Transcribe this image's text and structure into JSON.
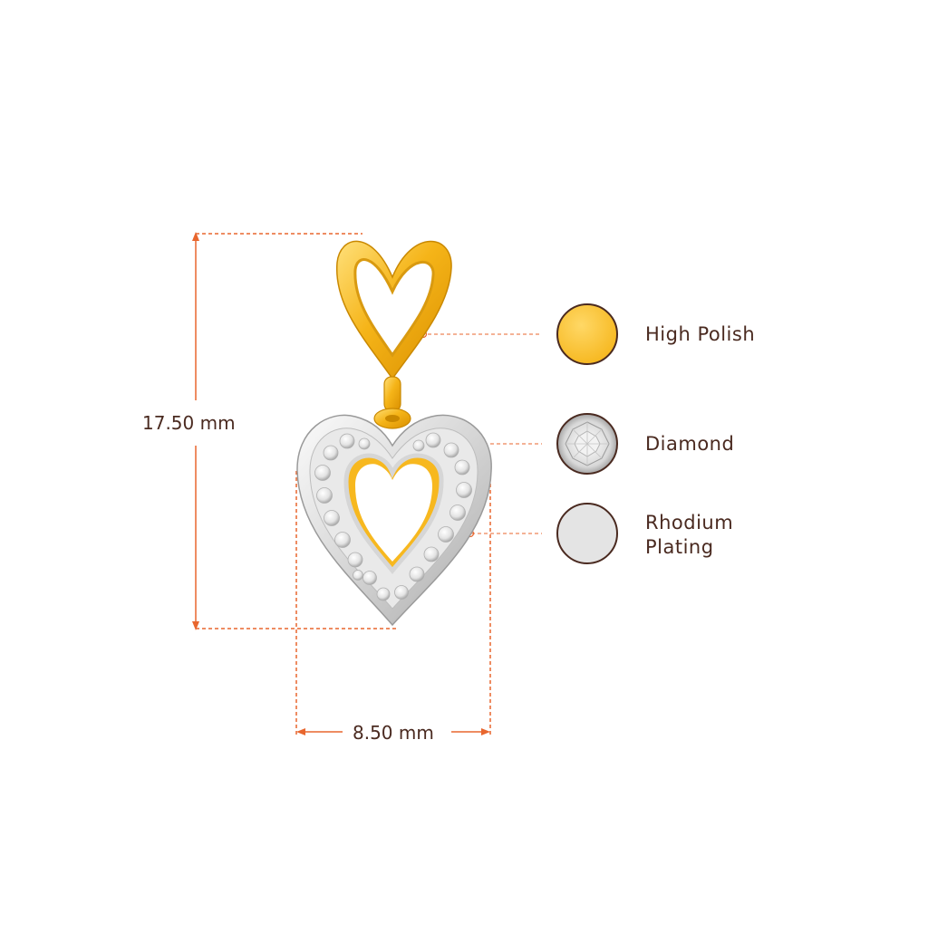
{
  "dimensions": {
    "height": "17.50 mm",
    "width": "8.50 mm"
  },
  "legend": [
    {
      "id": "high-polish",
      "label": "High Polish",
      "swatch": "gold-swatch"
    },
    {
      "id": "diamond",
      "label": "Diamond",
      "swatch": "diamond-swatch"
    },
    {
      "id": "rhodium",
      "label": "Rhodium Plating",
      "line1": "Rhodium",
      "line2": "Plating",
      "swatch": "rhodium-swatch"
    }
  ],
  "colors": {
    "dimension_line": "#e8662e",
    "gold": "#f5b418",
    "gold_light": "#ffd866",
    "rhodium": "#e4e4e4",
    "swatch_border": "#4a2a20",
    "text": "#4a2a20"
  },
  "product": {
    "icon": "heart-pendant-icon"
  }
}
